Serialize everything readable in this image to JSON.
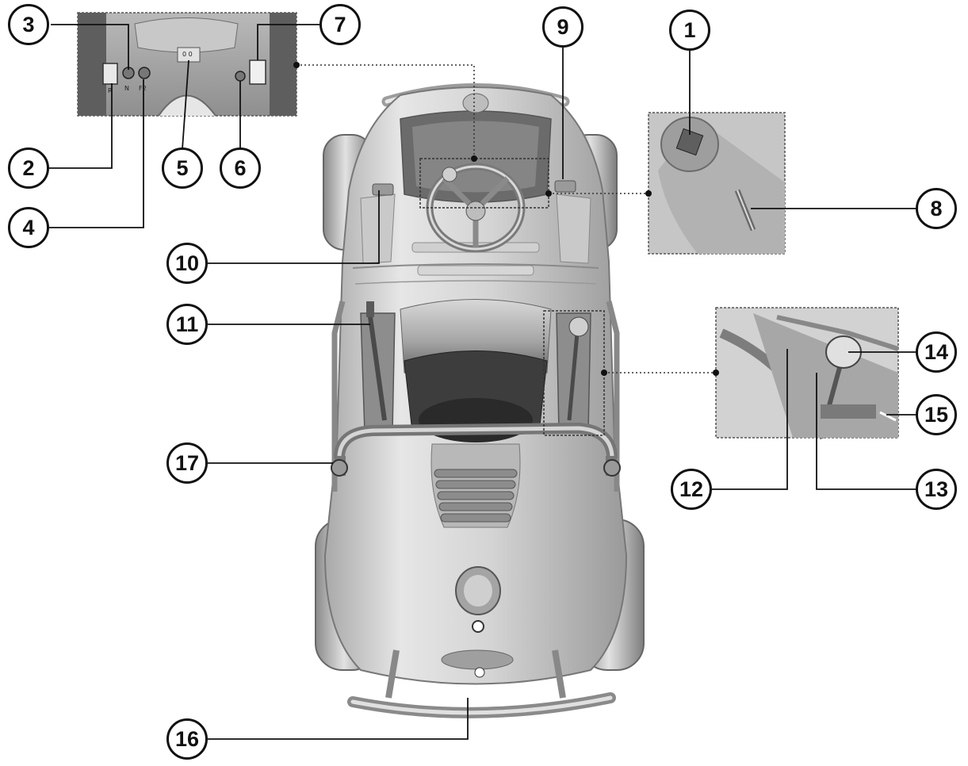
{
  "callouts": [
    "1",
    "2",
    "3",
    "4",
    "5",
    "6",
    "7",
    "8",
    "9",
    "10",
    "11",
    "12",
    "13",
    "14",
    "15",
    "16",
    "17"
  ],
  "panel_labels": {
    "r": "R",
    "n": "N",
    "f2": "F2",
    "gauge": "0 0"
  }
}
